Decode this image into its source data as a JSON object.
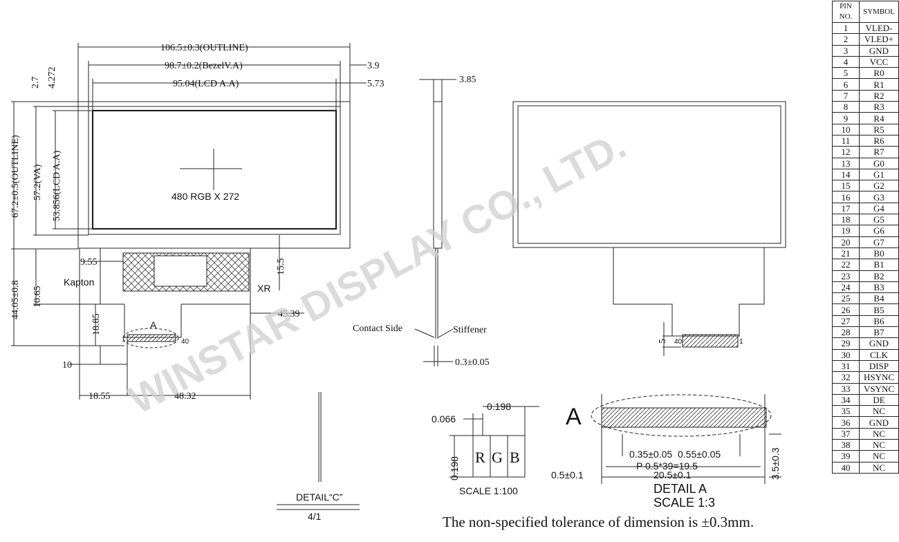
{
  "outline_width": "106.5±0.3(OUTLINE)",
  "bezel_va": "98.7±0.2(BezelV.A)",
  "lcd_aa_width": "95.04(LCD A.A)",
  "dim_3_9": "3.9",
  "dim_5_73": "5.73",
  "dim_2_7": "2.7",
  "dim_4_272": "4.272",
  "outline_height": "67.2±0.5(OUTLINE)",
  "va_height": "57.2(VA)",
  "lcd_aa_height": "53.856(LCD A.A)",
  "resolution": "480 RGB X 272",
  "dim_9_55": "9.55",
  "kapton": "Kapton",
  "dim_10_65": "10.65",
  "dim_44": "44.05±0.8",
  "dim_18_85": "18.85",
  "dim_15_5": "15.5",
  "dim_45_39": "45.39",
  "xr": "XR",
  "label_a": "A",
  "pin_1": "1",
  "pin_40": "40",
  "dim_10": "10",
  "dim_18_55": "18.55",
  "dim_48_32": "48.32",
  "dim_3_85": "3.85",
  "contact_side": "Contact Side",
  "stiffener": "Stiffener",
  "dim_0_3": "0.3±0.05",
  "dim_5": "5",
  "detail_c": "DETAIL“C”",
  "detail_c_scale": "4/1",
  "dim_0_066": "0.066",
  "dim_0_198": "0.198",
  "rgb_r": "R",
  "rgb_g": "G",
  "rgb_b": "B",
  "scale_100": "SCALE 1:100",
  "detail_a_letter": "A",
  "dim_0_35": "0.35±0.05",
  "dim_0_55": "0.55±0.05",
  "dim_pitch": "P 0.5*39=19.5",
  "dim_20_5": "20.5±0.1",
  "dim_0_5": "0.5±0.1",
  "dim_3_5": "3.5±0.3",
  "detail_a": "DETAIL A",
  "scale_1_3": "SCALE 1:3",
  "watermark": "WINSTAR DISPLAY CO., LTD.",
  "footnote": "The non-specified tolerance of dimension is ±0.3mm.",
  "pin_table": {
    "header": [
      "PIN NO.",
      "SYMBOL"
    ],
    "rows": [
      [
        "1",
        "VLED-"
      ],
      [
        "2",
        "VLED+"
      ],
      [
        "3",
        "GND"
      ],
      [
        "4",
        "VCC"
      ],
      [
        "5",
        "R0"
      ],
      [
        "6",
        "R1"
      ],
      [
        "7",
        "R2"
      ],
      [
        "8",
        "R3"
      ],
      [
        "9",
        "R4"
      ],
      [
        "10",
        "R5"
      ],
      [
        "11",
        "R6"
      ],
      [
        "12",
        "R7"
      ],
      [
        "13",
        "G0"
      ],
      [
        "14",
        "G1"
      ],
      [
        "15",
        "G2"
      ],
      [
        "16",
        "G3"
      ],
      [
        "17",
        "G4"
      ],
      [
        "18",
        "G5"
      ],
      [
        "19",
        "G6"
      ],
      [
        "20",
        "G7"
      ],
      [
        "21",
        "B0"
      ],
      [
        "22",
        "B1"
      ],
      [
        "23",
        "B2"
      ],
      [
        "24",
        "B3"
      ],
      [
        "25",
        "B4"
      ],
      [
        "26",
        "B5"
      ],
      [
        "27",
        "B6"
      ],
      [
        "28",
        "B7"
      ],
      [
        "29",
        "GND"
      ],
      [
        "30",
        "CLK"
      ],
      [
        "31",
        "DISP"
      ],
      [
        "32",
        "HSYNC"
      ],
      [
        "33",
        "VSYNC"
      ],
      [
        "34",
        "DE"
      ],
      [
        "35",
        "NC"
      ],
      [
        "36",
        "GND"
      ],
      [
        "37",
        "NC"
      ],
      [
        "38",
        "NC"
      ],
      [
        "39",
        "NC"
      ],
      [
        "40",
        "NC"
      ]
    ]
  }
}
